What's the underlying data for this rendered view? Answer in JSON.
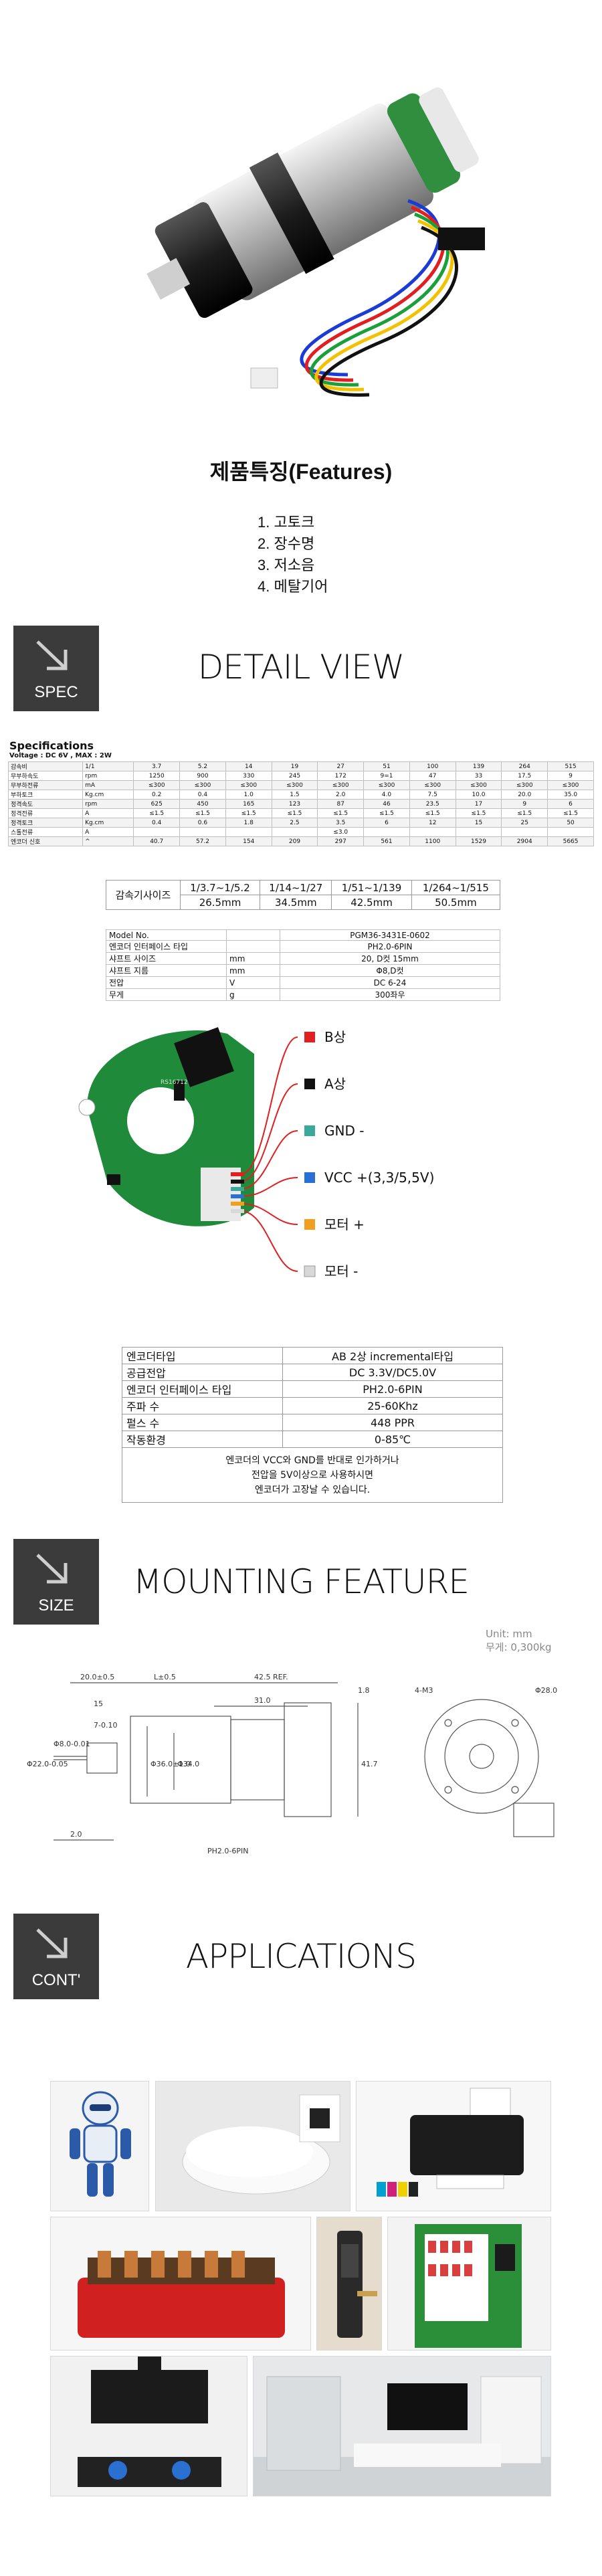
{
  "features": {
    "title": "제품특징(Features)",
    "items": [
      "1. 고토크",
      "2. 장수명",
      "3. 저소음",
      "4. 메탈기어"
    ]
  },
  "sections": {
    "spec": {
      "badge": "SPEC",
      "title": "DETAIL VIEW"
    },
    "size": {
      "badge": "SIZE",
      "title": "MOUNTING FEATURE"
    },
    "cont": {
      "badge": "CONT'",
      "title": "APPLICATIONS"
    }
  },
  "spec_table": {
    "heading": "Specifications",
    "voltage": "Voltage : DC 6V , MAX : 2W",
    "rows": [
      [
        "감속비",
        "1/1",
        "3.7",
        "5.2",
        "14",
        "19",
        "27",
        "51",
        "100",
        "139",
        "264",
        "515"
      ],
      [
        "무부하속도",
        "rpm",
        "1250",
        "900",
        "330",
        "245",
        "172",
        "9=1",
        "47",
        "33",
        "17.5",
        "9"
      ],
      [
        "무부하전류",
        "mA",
        "≤300",
        "≤300",
        "≤300",
        "≤300",
        "≤300",
        "≤300",
        "≤300",
        "≤300",
        "≤300",
        "≤300"
      ],
      [
        "부하토크",
        "Kg.cm",
        "0.2",
        "0.4",
        "1.0",
        "1.5",
        "2.0",
        "4.0",
        "7.5",
        "10.0",
        "20.0",
        "35.0"
      ],
      [
        "정격속도",
        "rpm",
        "625",
        "450",
        "165",
        "123",
        "87",
        "46",
        "23.5",
        "17",
        "9",
        "6"
      ],
      [
        "정격전류",
        "A",
        "≤1.5",
        "≤1.5",
        "≤1.5",
        "≤1.5",
        "≤1.5",
        "≤1.5",
        "≤1.5",
        "≤1.5",
        "≤1.5",
        "≤1.5"
      ],
      [
        "정격토크",
        "Kg.cm",
        "0.4",
        "0.6",
        "1.8",
        "2.5",
        "3.5",
        "6",
        "12",
        "15",
        "25",
        "50"
      ],
      [
        "스톨전류",
        "A",
        "",
        "",
        "",
        "",
        "≤3.0",
        "",
        "",
        "",
        "",
        ""
      ],
      [
        "엔코더 신호",
        "^",
        "40.7",
        "57.2",
        "154",
        "209",
        "297",
        "561",
        "1100",
        "1529",
        "2904",
        "5665"
      ]
    ]
  },
  "ratio_table": {
    "label": "감속기사이즈",
    "ranges": [
      "1/3.7~1/5.2",
      "1/14~1/27",
      "1/51~1/139",
      "1/264~1/515"
    ],
    "sizes": [
      "26.5mm",
      "34.5mm",
      "42.5mm",
      "50.5mm"
    ]
  },
  "model_table": {
    "rows": [
      [
        "Model No.",
        "",
        "PGM36-3431E-0602"
      ],
      [
        "엔코더 인터페이스 타입",
        "",
        "PH2.0-6PIN"
      ],
      [
        "샤프트 사이즈",
        "mm",
        "20, D컷 15mm"
      ],
      [
        "샤프트 지름",
        "mm",
        "Φ8,D컷"
      ],
      [
        "전압",
        "V",
        "DC 6-24"
      ],
      [
        "무게",
        "g",
        "300좌우"
      ]
    ]
  },
  "pinout": {
    "board_text": "RS16712",
    "pins": [
      {
        "label": "B상",
        "color": "#e02020"
      },
      {
        "label": "A상",
        "color": "#111111"
      },
      {
        "label": "GND -",
        "color": "#3aa89a"
      },
      {
        "label": "VCC +(3,3/5,5V)",
        "color": "#2a6fd6"
      },
      {
        "label": "모터 +",
        "color": "#f0a020"
      },
      {
        "label": "모터 -",
        "color": "#d8d8d8"
      }
    ]
  },
  "encoder_table": {
    "rows": [
      [
        "엔코더타입",
        "AB 2상 incremental타입"
      ],
      [
        "공급전압",
        "DC 3.3V/DC5.0V"
      ],
      [
        "엔코더 인터페이스 타입",
        "PH2.0-6PIN"
      ],
      [
        "주파 수",
        "25-60Khz"
      ],
      [
        "펄스 수",
        "448 PPR"
      ],
      [
        "작동환경",
        "0-85℃"
      ]
    ],
    "note": [
      "엔코더의 VCC와 GND를 반대로 인가하거나",
      "전압을 5V이상으로 사용하시면",
      "엔코더가 고장날 수 있습니다."
    ]
  },
  "drawing": {
    "unit": "Unit: mm",
    "weight": "무게: 0,300kg",
    "dims": {
      "a": "20.0±0.5",
      "b": "L±0.5",
      "c": "42.5 REF.",
      "d": "1.8",
      "e": "31.0",
      "f": "15",
      "g": "7-0.10",
      "h": "Φ22.0-0.05",
      "i": "Φ8.0-0.01",
      "j": "Φ36.0±1.0",
      "k": "Φ34.0",
      "l": "41.7",
      "m": "2.0",
      "conn": "PH2.0-6PIN",
      "holes": "4-M3",
      "outer": "Φ28.0"
    }
  },
  "applications": [
    "robot-icon",
    "robot-vacuum-icon",
    "printer-icon",
    "grill-icon",
    "door-lock-icon",
    "vending-machine-icon",
    "range-hood-icon",
    "smart-home-icon"
  ]
}
